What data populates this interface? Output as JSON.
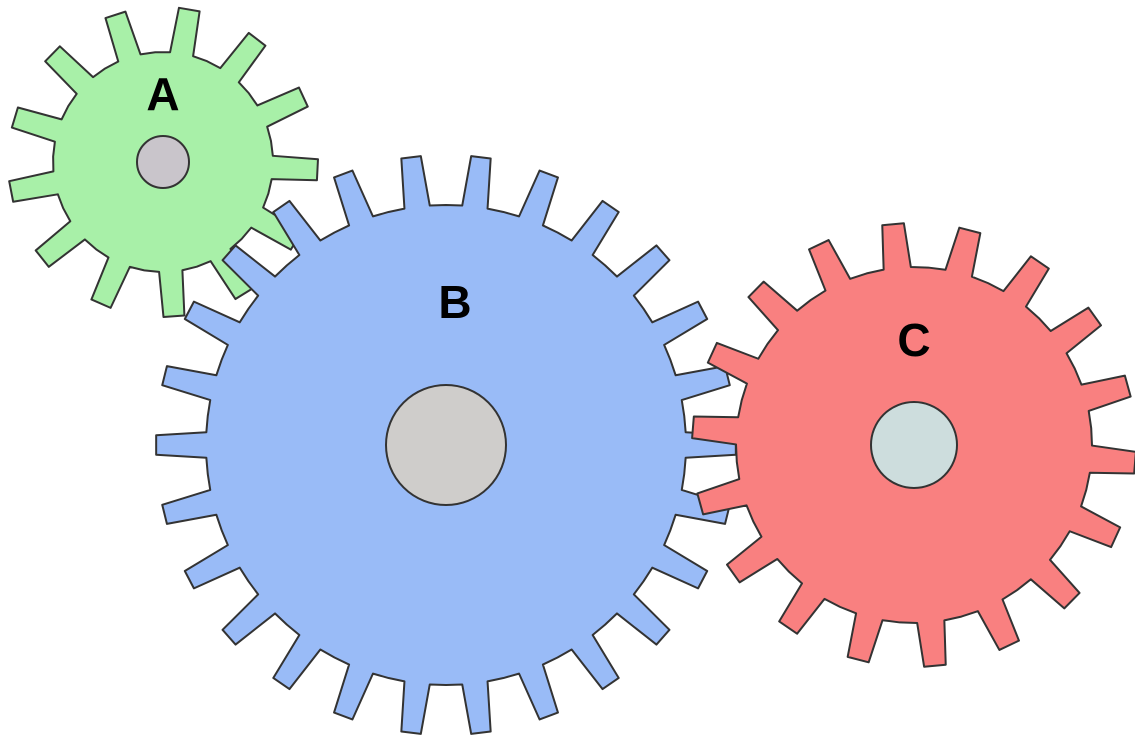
{
  "gears": [
    {
      "id": "A",
      "label": "A",
      "teeth": 13,
      "fill": "#a8f0a8",
      "hub_fill": "#c9c5cb"
    },
    {
      "id": "B",
      "label": "B",
      "teeth": 26,
      "fill": "#99bbf7",
      "hub_fill": "#cfcdcb"
    },
    {
      "id": "C",
      "label": "C",
      "teeth": 18,
      "fill": "#f98080",
      "hub_fill": "#cddddd"
    }
  ],
  "outline_color": "#333333"
}
